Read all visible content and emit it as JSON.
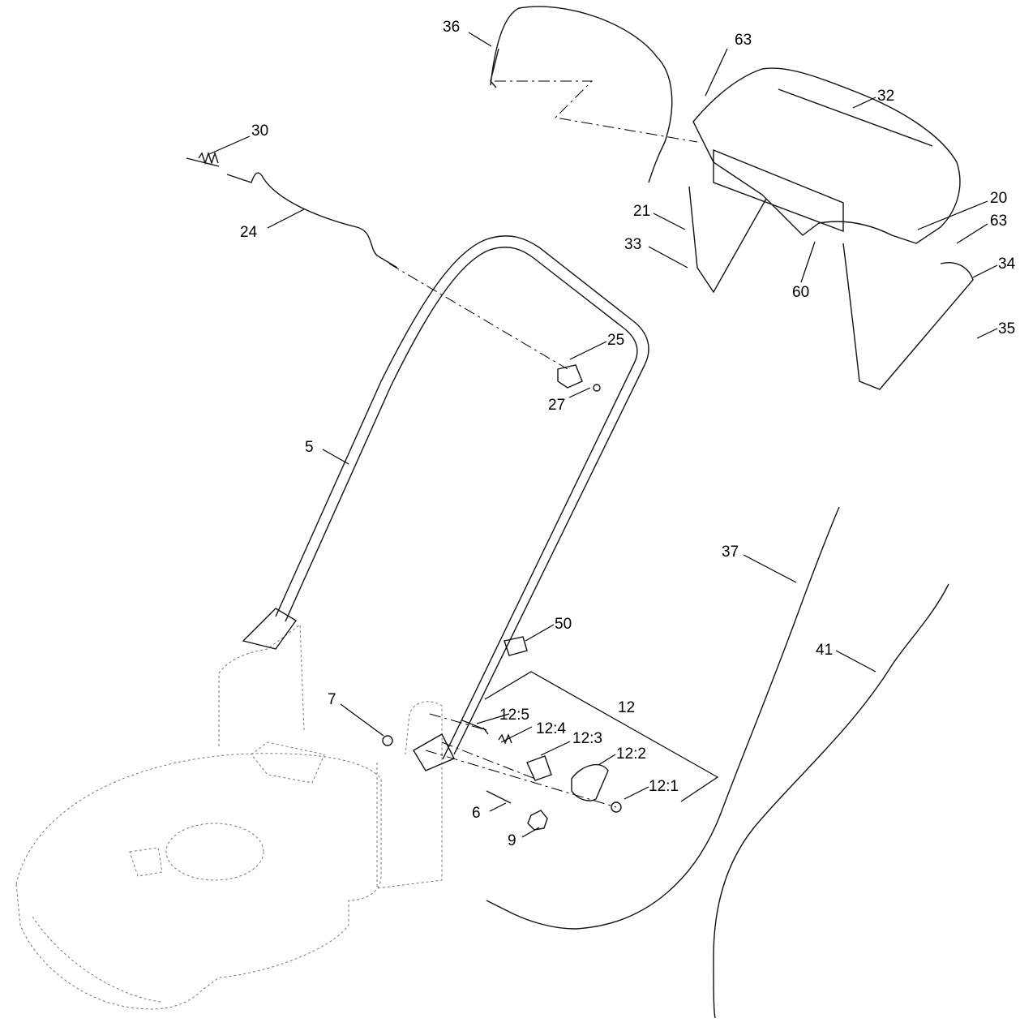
{
  "callouts": [
    {
      "id": "c36",
      "text": "36"
    },
    {
      "id": "c63a",
      "text": "63"
    },
    {
      "id": "c32",
      "text": "32"
    },
    {
      "id": "c30",
      "text": "30"
    },
    {
      "id": "c21",
      "text": "21"
    },
    {
      "id": "c20",
      "text": "20"
    },
    {
      "id": "c63b",
      "text": "63"
    },
    {
      "id": "c24",
      "text": "24"
    },
    {
      "id": "c33",
      "text": "33"
    },
    {
      "id": "c34",
      "text": "34"
    },
    {
      "id": "c60",
      "text": "60"
    },
    {
      "id": "c35",
      "text": "35"
    },
    {
      "id": "c25",
      "text": "25"
    },
    {
      "id": "c27",
      "text": "27"
    },
    {
      "id": "c5",
      "text": "5"
    },
    {
      "id": "c37",
      "text": "37"
    },
    {
      "id": "c50",
      "text": "50"
    },
    {
      "id": "c41",
      "text": "41"
    },
    {
      "id": "c12",
      "text": "12"
    },
    {
      "id": "c7",
      "text": "7"
    },
    {
      "id": "c125",
      "text": "12:5"
    },
    {
      "id": "c124",
      "text": "12:4"
    },
    {
      "id": "c123",
      "text": "12:3"
    },
    {
      "id": "c122",
      "text": "12:2"
    },
    {
      "id": "c121",
      "text": "12:1"
    },
    {
      "id": "c6",
      "text": "6"
    },
    {
      "id": "c9",
      "text": "9"
    }
  ]
}
